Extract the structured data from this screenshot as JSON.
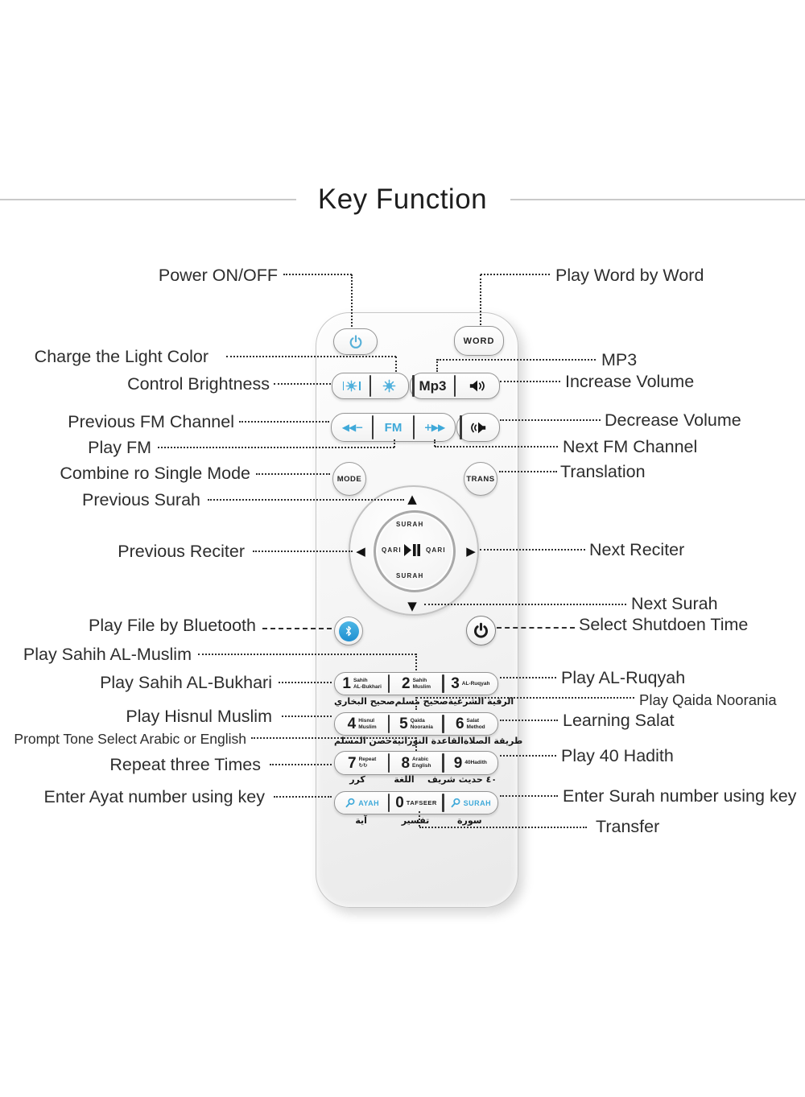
{
  "page": {
    "title": "Key Function"
  },
  "colors": {
    "accent_cyan": "#3fa9d9",
    "label_text": "#2d2d2d",
    "divider_gray": "#c9c9c9",
    "button_icon_black": "#161616"
  },
  "remote": {
    "word_button": {
      "label": "WORD"
    },
    "mp3_button": {
      "label": "Mp3"
    },
    "fm_row": {
      "prev": "◀◀−",
      "fm": "FM",
      "next": "+▶▶"
    },
    "mode_button": {
      "label": "MODE"
    },
    "trans_button": {
      "label": "TRANS"
    },
    "dpad": {
      "up": "▲",
      "down": "▼",
      "left": "◀",
      "right": "▶",
      "surah_top": "SURAH",
      "surah_bottom": "SURAH",
      "qari_left": "QARI",
      "qari_right": "QARI"
    },
    "keypad": {
      "row1": {
        "k1_num": "1",
        "k1_l1": "Sahih",
        "k1_l2": "AL-Bukhari",
        "k2_num": "2",
        "k2_l1": "Sahih",
        "k2_l2": "Muslim",
        "k3_num": "3",
        "k3_l1": "AL-Ruqyah",
        "arabic1": "صحيح البخاري",
        "arabic2": "صحيح مسلم",
        "arabic3": "الرقية الشرعية"
      },
      "row2": {
        "k4_num": "4",
        "k4_l1": "Hisnul",
        "k4_l2": "Muslim",
        "k5_num": "5",
        "k5_l1": "Qaida",
        "k5_l2": "Noorania",
        "k6_num": "6",
        "k6_l1": "Salat",
        "k6_l2": "Method",
        "arabic1": "حصن المسلم",
        "arabic2": "القاعدة النورانية",
        "arabic3": "طريقة الصلاة"
      },
      "row3": {
        "k7_num": "7",
        "k7_l1": "Repeat",
        "k7_l2": "↻↻",
        "k8_num": "8",
        "k8_l1": "Arabic",
        "k8_l2": "English",
        "k9_num": "9",
        "k9_l1": "40Hadith",
        "arabic1": "كرر",
        "arabic2": "اللغة",
        "arabic3": "٤٠ حديث شريف"
      },
      "row4": {
        "k10_label": "AYAH",
        "k11_num": "0",
        "k11_label": "TAFSEER",
        "k12_label": "SURAH",
        "arabic1": "آية",
        "arabic2": "تفسير",
        "arabic3": "سورة"
      }
    }
  },
  "annotations": {
    "left": {
      "power": "Power ON/OFF",
      "charge": "Charge the Light Color",
      "brightness": "Control Brightness",
      "prev_fm": "Previous FM Channel",
      "play_fm": "Play FM",
      "combine": "Combine ro Single Mode",
      "prev_surah": "Previous Surah",
      "prev_reciter": "Previous Reciter",
      "bluetooth": "Play File by Bluetooth",
      "muslim": "Play Sahih AL-Muslim",
      "bukhari": "Play Sahih AL-Bukhari",
      "hisnul": "Play Hisnul Muslim",
      "prompt": "Prompt Tone Select Arabic or English",
      "repeat": "Repeat three Times",
      "ayat": "Enter Ayat number using key"
    },
    "right": {
      "word": "Play Word by Word",
      "mp3": "MP3",
      "inc_vol": "Increase Volume",
      "dec_vol": "Decrease Volume",
      "next_fm": "Next FM Channel",
      "translation": "Translation",
      "next_reciter": "Next Reciter",
      "next_surah": "Next Surah",
      "shutdown": "Select Shutdoen Time",
      "ruqyah": "Play AL-Ruqyah",
      "qaida": "Play Qaida Noorania",
      "salat": "Learning Salat",
      "hadith": "Play 40 Hadith",
      "surah_num": "Enter Surah number using key",
      "transfer": "Transfer"
    }
  }
}
